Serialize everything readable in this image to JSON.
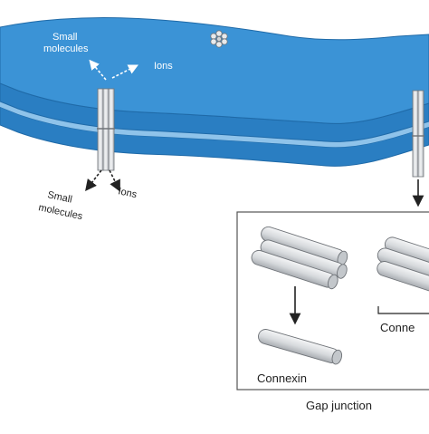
{
  "labels": {
    "top_small_molecules_line1": "Small",
    "top_small_molecules_line2": "molecules",
    "top_ions": "Ions",
    "bottom_small_molecules_line1": "Small",
    "bottom_small_molecules_line2": "molecules",
    "bottom_ions": "Ions",
    "connexin": "Connexin",
    "connexon_partial": "Conne",
    "gap_junction": "Gap junction"
  },
  "colors": {
    "membrane_top": "#3b93d6",
    "membrane_side": "#2a7ec2",
    "membrane_edge": "#1f6aa8",
    "channel_fill": "#e4e6e8",
    "channel_stroke": "#6f7378",
    "arrow": "#222222"
  }
}
